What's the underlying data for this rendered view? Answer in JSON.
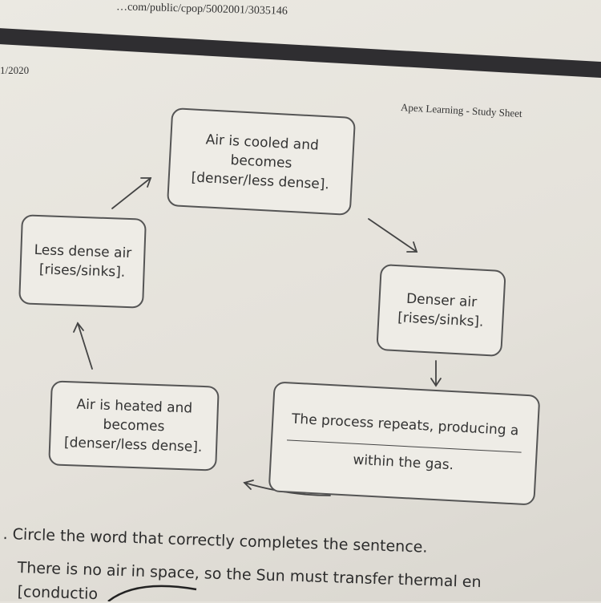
{
  "header": {
    "url": "…com/public/cpop/5002001/3035146",
    "date": "1/2020",
    "sheet_title": "Apex Learning - Study Sheet"
  },
  "diagram": {
    "cooled": [
      "Air is cooled and",
      "becomes",
      "[denser/less dense]."
    ],
    "denser": [
      "Denser air",
      "[rises/sinks]."
    ],
    "repeats": {
      "line1": "The process repeats, producing a",
      "line2": "within the gas."
    },
    "heated": [
      "Air is heated and",
      "becomes",
      "[denser/less dense]."
    ],
    "less_dense": [
      "Less dense air",
      "[rises/sinks]."
    ]
  },
  "question": {
    "instruction": ". Circle the word that correctly completes the sentence.",
    "sentence": "There is no air in space, so the Sun must transfer thermal en",
    "option_partial": "[conductio"
  }
}
